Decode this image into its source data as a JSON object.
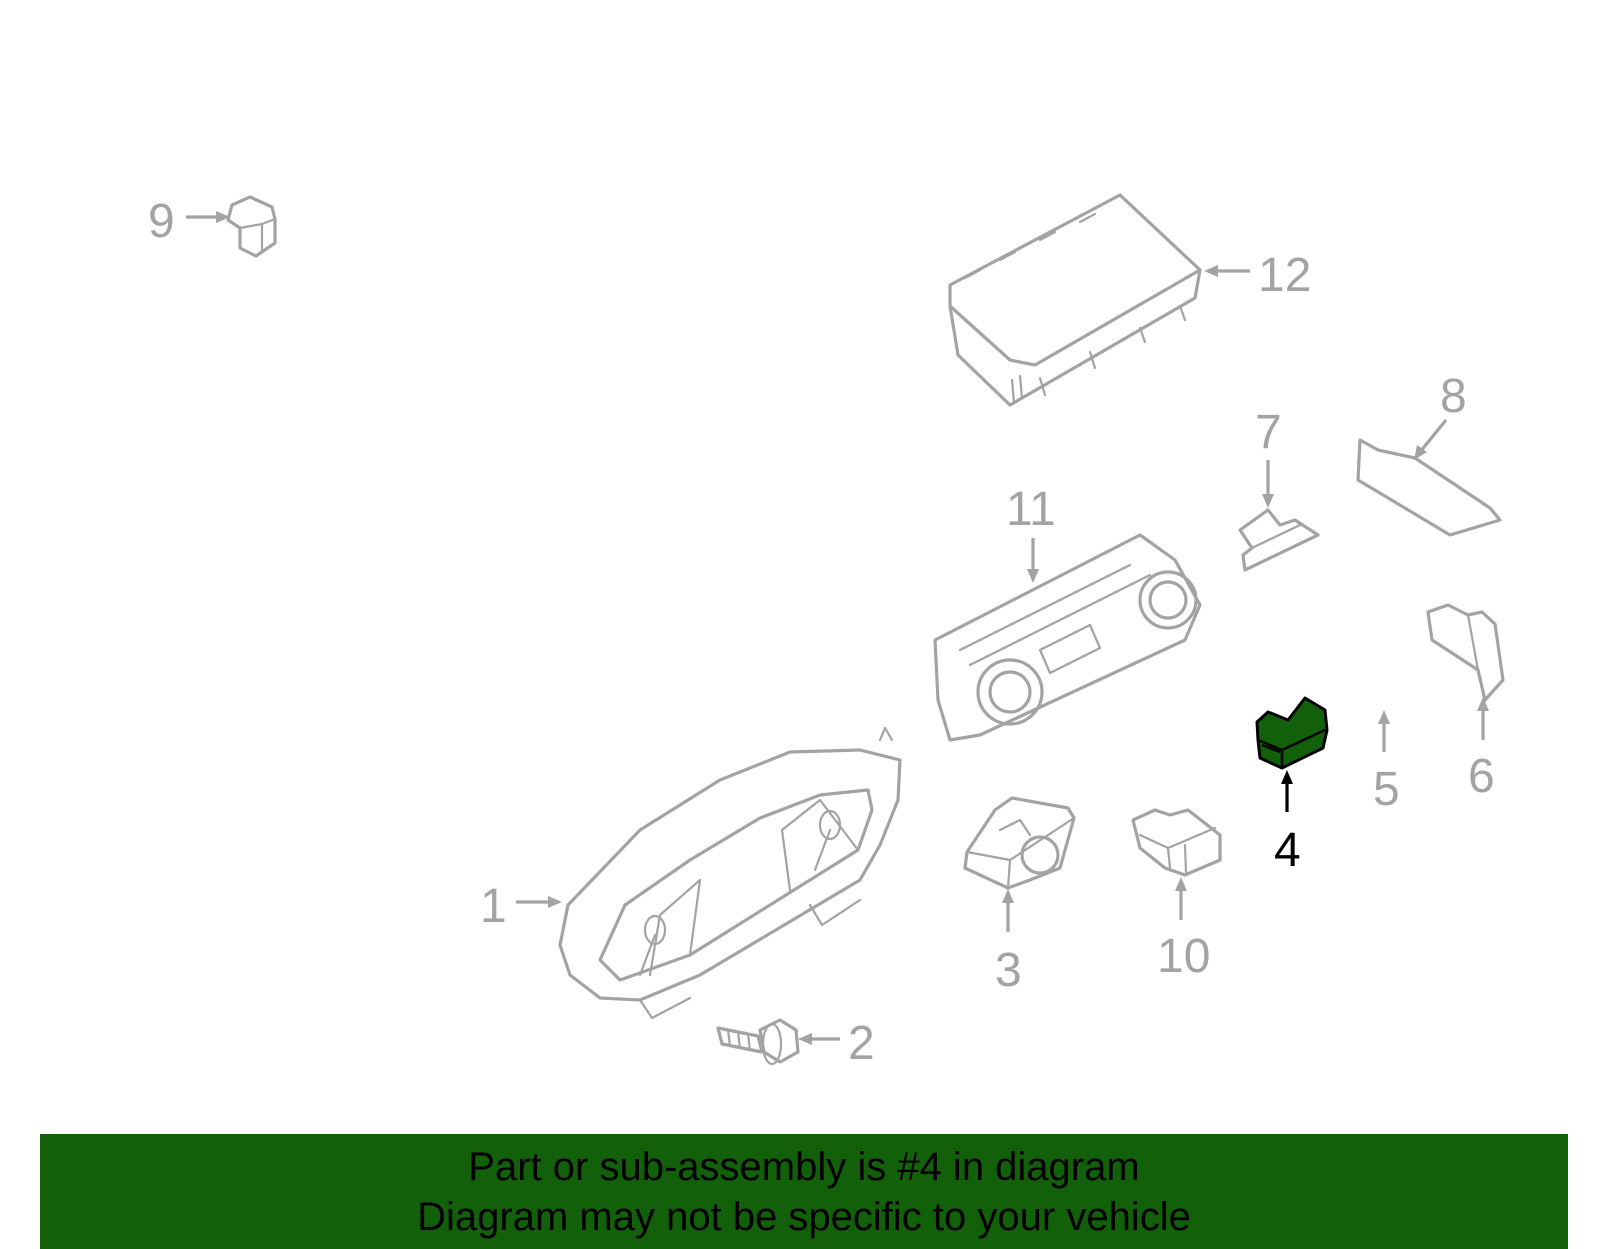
{
  "callouts": [
    {
      "id": "1",
      "label": "1",
      "highlight": false
    },
    {
      "id": "2",
      "label": "2",
      "highlight": false
    },
    {
      "id": "3",
      "label": "3",
      "highlight": false
    },
    {
      "id": "4",
      "label": "4",
      "highlight": true
    },
    {
      "id": "5",
      "label": "5",
      "highlight": false
    },
    {
      "id": "6",
      "label": "6",
      "highlight": false
    },
    {
      "id": "7",
      "label": "7",
      "highlight": false
    },
    {
      "id": "8",
      "label": "8",
      "highlight": false
    },
    {
      "id": "9",
      "label": "9",
      "highlight": false
    },
    {
      "id": "10",
      "label": "10",
      "highlight": false
    },
    {
      "id": "11",
      "label": "11",
      "highlight": false
    },
    {
      "id": "12",
      "label": "12",
      "highlight": false
    }
  ],
  "colors": {
    "line_art": "#a3a3a3",
    "highlight_part": "#13600a",
    "footer_background": "#13600a",
    "footer_text": "#000000"
  },
  "footer": {
    "line1": "Part or sub-assembly is #4 in diagram",
    "line2": "Diagram may not be specific to your vehicle"
  }
}
